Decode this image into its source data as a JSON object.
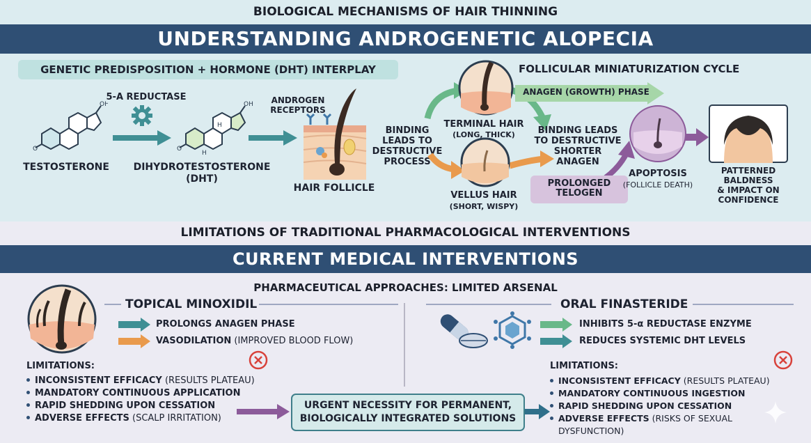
{
  "header": {
    "supertitle": "BIOLOGICAL MECHANISMS OF HAIR THINNING",
    "title": "UNDERSTANDING ANDROGENETIC ALOPECIA"
  },
  "top": {
    "pill": "GENETIC PREDISPOSITION + HORMONE (DHT) INTERPLAY",
    "enzyme": "5-α REDUCTASE",
    "testosterone": "TESTOSTERONE",
    "dht_line1": "DIHYDROTESTOSTERONE",
    "dht_line2": "(DHT)",
    "receptors_line1": "ANDROGEN",
    "receptors_line2": "RECEPTORS",
    "hair_follicle": "HAIR FOLLICLE",
    "binding_left_1": "BINDING",
    "binding_left_2": "LEADS TO",
    "binding_left_3": "DESTRUCTIVE",
    "binding_left_4": "PROCESS",
    "cycle_title": "FOLLICULAR MINIATURIZATION CYCLE",
    "terminal_hair": "TERMINAL HAIR",
    "terminal_sub": "(LONG, THICK)",
    "anagen_phase": "ANAGEN (GROWTH) PHASE",
    "binding_right_1": "BINDING LEADS",
    "binding_right_2": "TO DESTRUCTIVE",
    "binding_right_3": "SHORTER",
    "binding_right_4": "ANAGEN",
    "vellus_hair": "VELLUS HAIR",
    "vellus_sub": "(SHORT, WISPY)",
    "telogen_1": "PROLONGED",
    "telogen_2": "TELOGEN",
    "apoptosis": "APOPTOSIS",
    "apoptosis_sub": "(FOLLICLE DEATH)",
    "baldness_1": "PATTERNED",
    "baldness_2": "BALDNESS",
    "baldness_3": "& IMPACT ON",
    "baldness_4": "CONFIDENCE"
  },
  "bottom": {
    "supertitle": "LIMITATIONS OF TRADITIONAL PHARMACOLOGICAL INTERVENTIONS",
    "title": "CURRENT MEDICAL INTERVENTIONS",
    "subtitle": "PHARMACEUTICAL APPROACHES: LIMITED ARSENAL",
    "minoxidil": {
      "title": "TOPICAL MINOXIDIL",
      "effect1": "PROLONGS ANAGEN PHASE",
      "effect2_bold": "VASODILATION",
      "effect2_rest": " (IMPROVED BLOOD FLOW)",
      "limitations_label": "LIMITATIONS:",
      "items": [
        {
          "bold": "INCONSISTENT EFFICACY",
          "rest": " (RESULTS PLATEAU)"
        },
        {
          "bold": "MANDATORY CONTINUOUS APPLICATION",
          "rest": ""
        },
        {
          "bold": "RAPID SHEDDING UPON CESSATION",
          "rest": ""
        },
        {
          "bold": "ADVERSE EFFECTS",
          "rest": " (SCALP IRRITATION)"
        }
      ]
    },
    "finasteride": {
      "title": "ORAL FINASTERIDE",
      "effect1": "INHIBITS 5-α REDUCTASE ENZYME",
      "effect2": "REDUCES SYSTEMIC DHT LEVELS",
      "limitations_label": "LIMITATIONS:",
      "items": [
        {
          "bold": "INCONSISTENT EFFICACY",
          "rest": " (RESULTS PLATEAU)"
        },
        {
          "bold": "MANDATORY CONTINUOUS INGESTION",
          "rest": ""
        },
        {
          "bold": "RAPID SHEDDING UPON CESSATION",
          "rest": ""
        },
        {
          "bold": "ADVERSE EFFECTS",
          "rest": " (RISKS OF SEXUAL"
        }
      ],
      "wrap_line": "DYSFUNCTION)"
    },
    "urgent_1": "URGENT NECESSITY FOR PERMANENT,",
    "urgent_2": "BIOLOGICALLY INTEGRATED SOLUTIONS"
  },
  "colors": {
    "banner": "#2f4f74",
    "teal": "#3f8f94",
    "green": "#69b889",
    "orange": "#e99a4c",
    "purple": "#8c5b9a",
    "skin": "#f2c6a0"
  }
}
